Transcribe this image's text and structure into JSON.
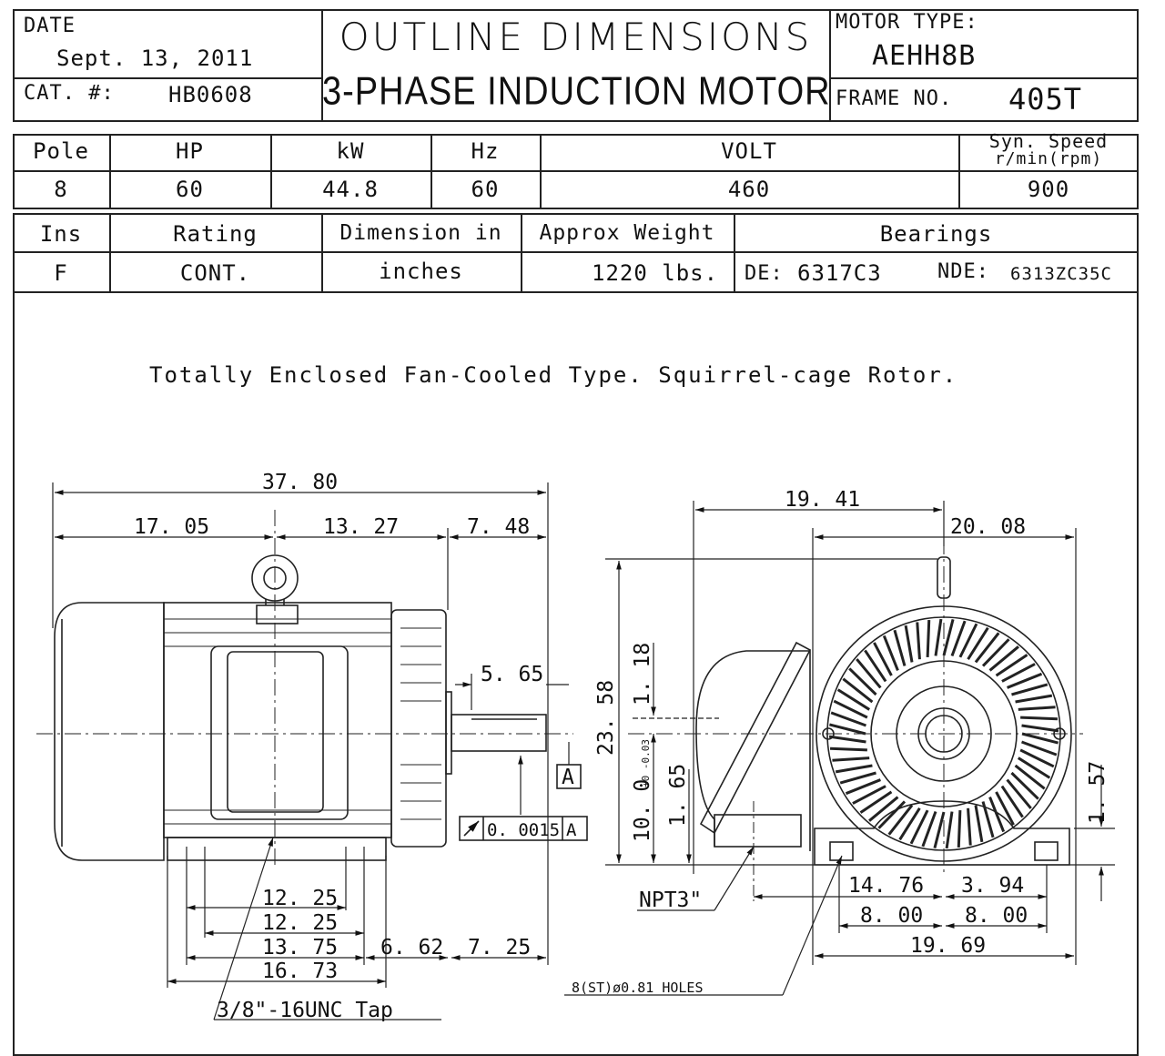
{
  "header": {
    "date_label": "DATE",
    "date_value": "Sept. 13, 2011",
    "cat_label": "CAT. #:",
    "cat_value": "HB0608",
    "title_line1": "OUTLINE DIMENSIONS",
    "title_line2": "3-PHASE INDUCTION MOTOR",
    "motor_type_label": "MOTOR TYPE:",
    "motor_type_value": "AEHH8B",
    "frame_label": "FRAME NO.",
    "frame_value": "405T"
  },
  "specs": {
    "headers": [
      "Pole",
      "HP",
      "kW",
      "Hz",
      "VOLT",
      "Syn. Speed",
      "r/min(rpm)"
    ],
    "values": [
      "8",
      "60",
      "44.8",
      "60",
      "460",
      "900"
    ]
  },
  "specs2": {
    "headers": [
      "Ins",
      "Rating",
      "Dimension in",
      "Approx Weight",
      "Bearings"
    ],
    "values": [
      "F",
      "CONT.",
      "inches",
      "1220 lbs."
    ],
    "de_label": "DE:",
    "de_value": "6317C3",
    "nde_label": "NDE:",
    "nde_value": "6313ZC35C"
  },
  "description": "Totally Enclosed Fan-Cooled Type. Squirrel-cage Rotor.",
  "side_view": {
    "overall": "37. 80",
    "d1": "17. 05",
    "d2": "13. 27",
    "d3": "7. 48",
    "shaft": "5. 65",
    "datum": "A",
    "runout": "0. 0015",
    "runout_datum": "A",
    "b1": "12. 25",
    "b2": "12. 25",
    "b3": "13. 75",
    "b4": "16. 73",
    "b5": "6. 62",
    "b6": "7. 25",
    "tap": "3/8\"-16UNC Tap"
  },
  "end_view": {
    "w1": "19. 41",
    "w2": "20. 08",
    "h_total": "23. 58",
    "h_118": "1. 18",
    "h_shaft": "10. 0",
    "h_tol": "+0 -0.03",
    "h_165": "1. 65",
    "h_157": "1. 57",
    "npt": "NPT3\"",
    "f1": "14. 76",
    "f2": "3. 94",
    "f3": "8. 00",
    "f4": "8. 00",
    "f5": "19. 69",
    "holes": "8(ST)ø0.81 HOLES"
  }
}
